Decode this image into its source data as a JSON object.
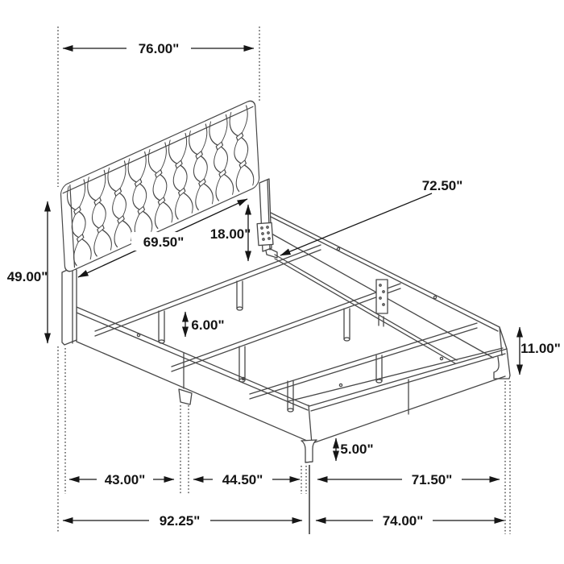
{
  "dimensions": {
    "overall_width": "76.00\"",
    "headboard_height": "49.00\"",
    "headboard_width_inner": "69.50\"",
    "headboard_above_rail": "18.00\"",
    "center_rail_length": "72.50\"",
    "under_clearance": "6.00\"",
    "rail_height": "11.00\"",
    "foot_leg_height": "5.00\"",
    "section_head": "43.00\"",
    "section_mid": "44.50\"",
    "section_foot": "71.50\"",
    "overall_length": "92.25\"",
    "rail_length": "74.00\""
  }
}
